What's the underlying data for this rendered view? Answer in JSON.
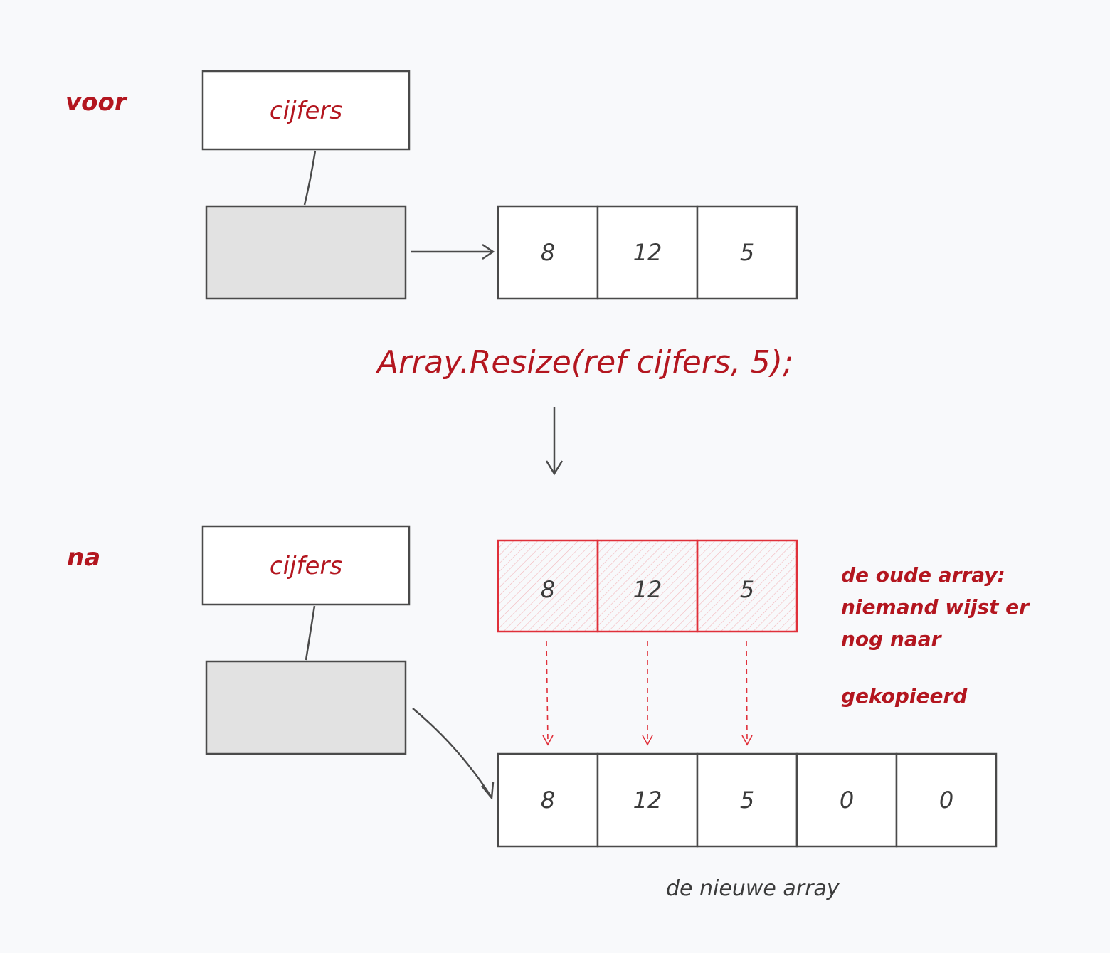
{
  "labels": {
    "before": "voor",
    "after": "na",
    "variable_before": "cijfers",
    "variable_after": "cijfers",
    "code": "Array.Resize(ref cijfers, 5);",
    "old_array_note_lines": [
      "de oude array:",
      "niemand wijst er",
      "nog naar"
    ],
    "copied_note": "gekopieerd",
    "new_array_caption": "de nieuwe array"
  },
  "arrays": {
    "before": [
      "8",
      "12",
      "5"
    ],
    "old": [
      "8",
      "12",
      "5"
    ],
    "new": [
      "8",
      "12",
      "5",
      "0",
      "0"
    ]
  },
  "colors": {
    "background": "#f8f9fb",
    "stroke": "#4a4a4a",
    "accent": "#b3161f",
    "old_array_stroke": "#e0303a",
    "old_array_fill": "#fde7e8",
    "reference_fill": "#e2e2e2",
    "cell_fill": "#ffffff"
  }
}
